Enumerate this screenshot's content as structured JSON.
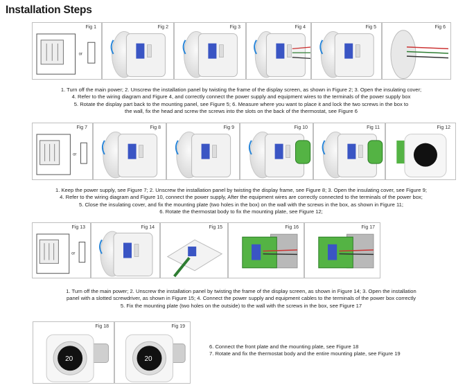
{
  "title": "Installation Steps",
  "rows": [
    {
      "figs": [
        "Fig 1",
        "Fig 2",
        "Fig 3",
        "Fig 4",
        "Fig 5",
        "Fig 6"
      ],
      "caption": [
        "1. Turn off the main power; 2. Unscrew the installation panel by twisting the frame of the display screen, as shown in Figure 2; 3. Open the insulating cover;",
        "4. Refer to the wiring diagram and Figure 4, and correctly connect the power supply and equipment wires to the terminals of the power supply box",
        "5. Rotate the display part back to the mounting panel, see Figure 5; 6. Measure where you want to place it and lock the two screws in the box to",
        "the wall, fix the head and screw the screws into the slots on the back of the thermostat, see Figure 6"
      ]
    },
    {
      "figs": [
        "Fig 7",
        "Fig 8",
        "Fig 9",
        "Fig 10",
        "Fig 11",
        "Fig 12"
      ],
      "caption": [
        "1. Keep the power supply, see Figure 7; 2. Unscrew the installation panel by twisting the display frame, see Figure 8; 3. Open the insulating cover, see Figure 9;",
        "4. Refer to the wiring diagram and Figure 10, connect the power supply, After the equipment wires are correctly connected to the terminals of the power box;",
        "5. Close the insulating cover, and fix the mounting plate (two holes in the box) on the wall with the screws in the box, as shown in Figure 11;",
        "6. Rotate the thermostat body to fix the mounting plate, see Figure 12;"
      ]
    },
    {
      "figs": [
        "Fig 13",
        "Fig 14",
        "Fig 15",
        "Fig 16",
        "Fig 17"
      ],
      "caption": [
        "1. Turn off the main power; 2. Unscrew the installation panel by twisting the frame of the display screen, as shown in Figure 14; 3. Open the installation",
        "panel with a slotted screwdriver, as shown in Figure 15; 4. Connect the power supply and equipment cables to the terminals of the power box correctly",
        "5. Fix the mounting plate (two holes on the outside) to the wall with the screws in the box, see Figure 17"
      ]
    },
    {
      "figs": [
        "Fig 18",
        "Fig 19"
      ],
      "caption": [
        "6. Connect the front plate and the mounting plate, see Figure 18",
        "7. Rotate and fix the thermostat body and the entire mounting plate, see Figure 19"
      ]
    }
  ],
  "switch_symbol": "or",
  "display_glyph": "20"
}
